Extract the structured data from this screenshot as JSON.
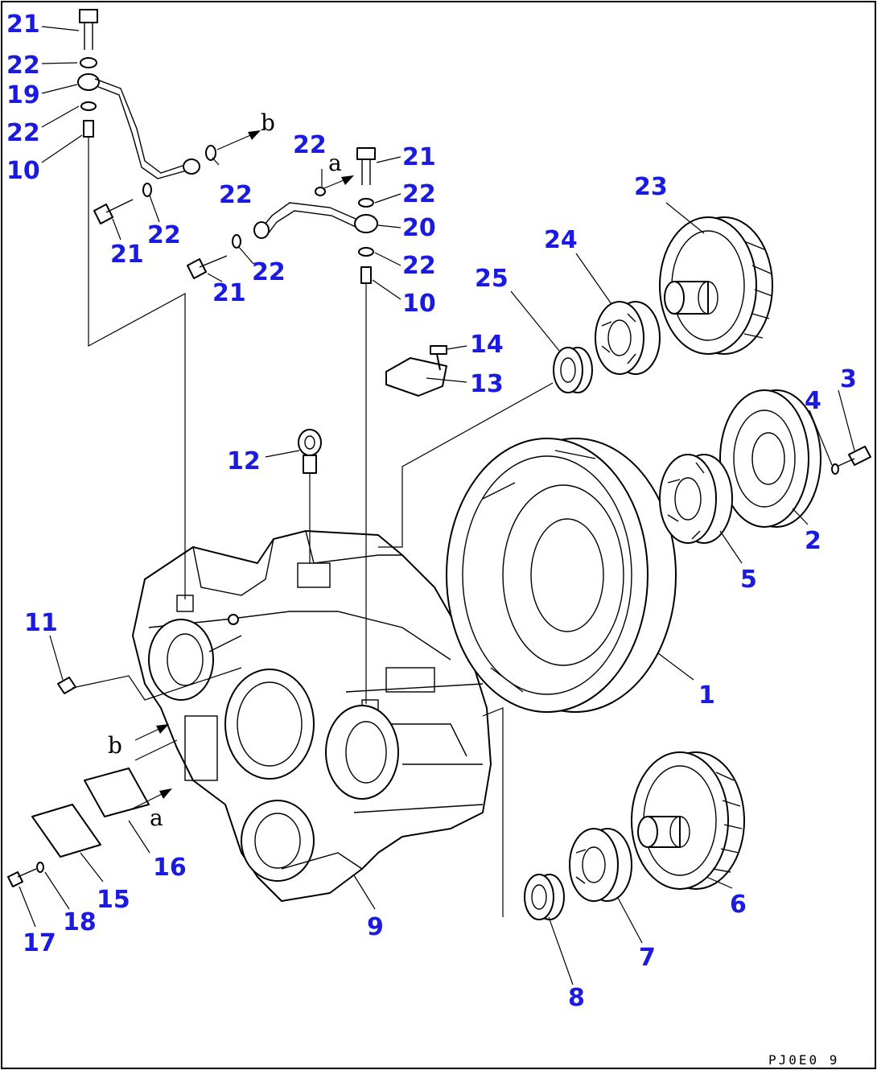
{
  "figure": {
    "drawing_code": "PJ0E0 9",
    "callouts": [
      {
        "id": "c21-top",
        "label": "21"
      },
      {
        "id": "c22-a",
        "label": "22"
      },
      {
        "id": "c19",
        "label": "19"
      },
      {
        "id": "c22-b",
        "label": "22"
      },
      {
        "id": "c10-left",
        "label": "10"
      },
      {
        "id": "c22-c",
        "label": "22"
      },
      {
        "id": "c22-d",
        "label": "22"
      },
      {
        "id": "c21-b",
        "label": "21"
      },
      {
        "id": "c22-e",
        "label": "22"
      },
      {
        "id": "c21-c",
        "label": "21"
      },
      {
        "id": "c22-f",
        "label": "22"
      },
      {
        "id": "c21-d",
        "label": "21"
      },
      {
        "id": "c22-g",
        "label": "22"
      },
      {
        "id": "c20",
        "label": "20"
      },
      {
        "id": "c22-h",
        "label": "22"
      },
      {
        "id": "c10-right",
        "label": "10"
      },
      {
        "id": "c23",
        "label": "23"
      },
      {
        "id": "c24",
        "label": "24"
      },
      {
        "id": "c25",
        "label": "25"
      },
      {
        "id": "c14",
        "label": "14"
      },
      {
        "id": "c13",
        "label": "13"
      },
      {
        "id": "c3",
        "label": "3"
      },
      {
        "id": "c4",
        "label": "4"
      },
      {
        "id": "c2",
        "label": "2"
      },
      {
        "id": "c5",
        "label": "5"
      },
      {
        "id": "c12",
        "label": "12"
      },
      {
        "id": "c11",
        "label": "11"
      },
      {
        "id": "c1",
        "label": "1"
      },
      {
        "id": "c16",
        "label": "16"
      },
      {
        "id": "c15",
        "label": "15"
      },
      {
        "id": "c18",
        "label": "18"
      },
      {
        "id": "c17",
        "label": "17"
      },
      {
        "id": "c9",
        "label": "9"
      },
      {
        "id": "c8",
        "label": "8"
      },
      {
        "id": "c7",
        "label": "7"
      },
      {
        "id": "c6",
        "label": "6"
      }
    ],
    "flow_refs": [
      {
        "id": "ref-b-top",
        "label": "b"
      },
      {
        "id": "ref-a-top",
        "label": "a"
      },
      {
        "id": "ref-b-housing",
        "label": "b"
      },
      {
        "id": "ref-a-cover",
        "label": "a"
      }
    ]
  }
}
